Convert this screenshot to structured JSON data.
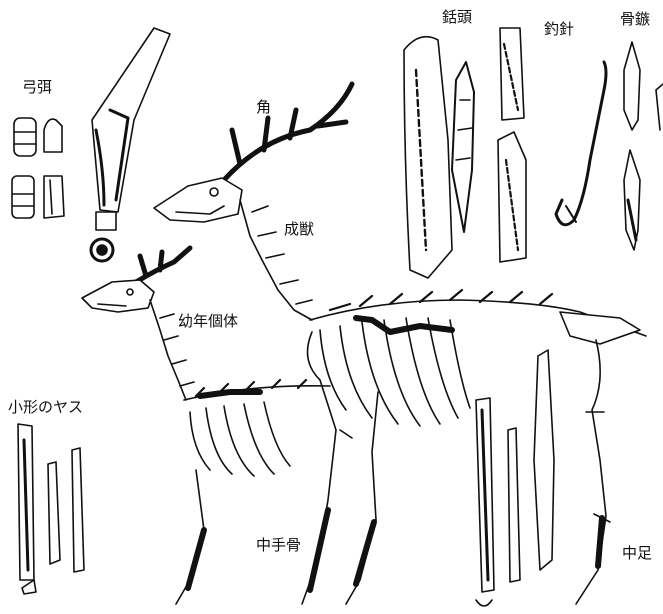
{
  "labels": {
    "bow_tip": "弓弭",
    "antler": "角",
    "toggle_head": "銛頭",
    "fishhook": "釣針",
    "bone_sickle": "骨鏃",
    "adult": "成獣",
    "juvenile": "幼年個体",
    "small_harpoon": "小形のヤス",
    "metacarpal": "中手骨",
    "metatarsal": "中足"
  },
  "colors": {
    "ink": "#111111",
    "paper": "#ffffff"
  }
}
